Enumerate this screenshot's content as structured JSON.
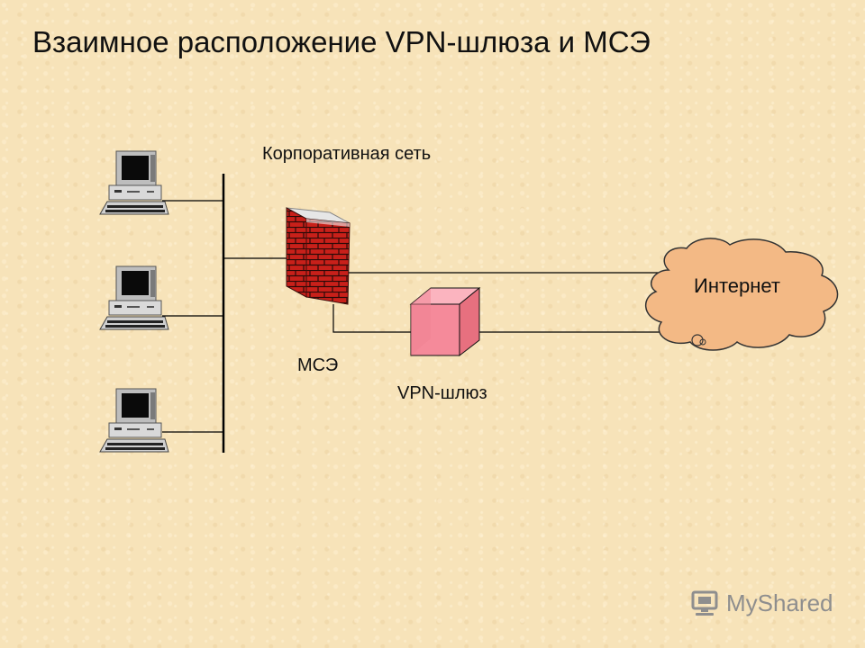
{
  "title": "Взаимное расположение VPN-шлюза и МСЭ",
  "labels": {
    "corporate_network": "Корпоративная сеть",
    "firewall": "МСЭ",
    "vpn_gateway": "VPN-шлюз",
    "internet": "Интернет"
  },
  "watermark": {
    "text": "MyShared",
    "icon": "computer-logo-icon"
  },
  "colors": {
    "background": "#f7e3b9",
    "brick": "#c8201a",
    "vpn_box": "#f58a9a",
    "cloud": "#f3b985"
  }
}
